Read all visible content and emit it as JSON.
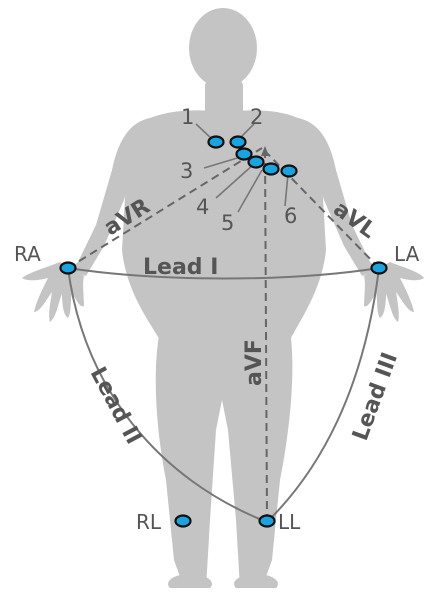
{
  "colors": {
    "body": "#c4c4c4",
    "line": "#777777",
    "dash": "#666666",
    "text": "#555555",
    "electrode_fill": "#1aa3e0",
    "electrode_stroke": "#111111"
  },
  "electrode_labels": {
    "v1": "1",
    "v2": "2",
    "v3": "3",
    "v4": "4",
    "v5": "5",
    "v6": "6"
  },
  "limb_labels": {
    "ra": "RA",
    "la": "LA",
    "rl": "RL",
    "ll": "LL"
  },
  "lead_labels": {
    "lead_i": "Lead I",
    "lead_ii": "Lead II",
    "lead_iii": "Lead III",
    "avr": "aVR",
    "avl": "aVL",
    "avf": "aVF"
  }
}
